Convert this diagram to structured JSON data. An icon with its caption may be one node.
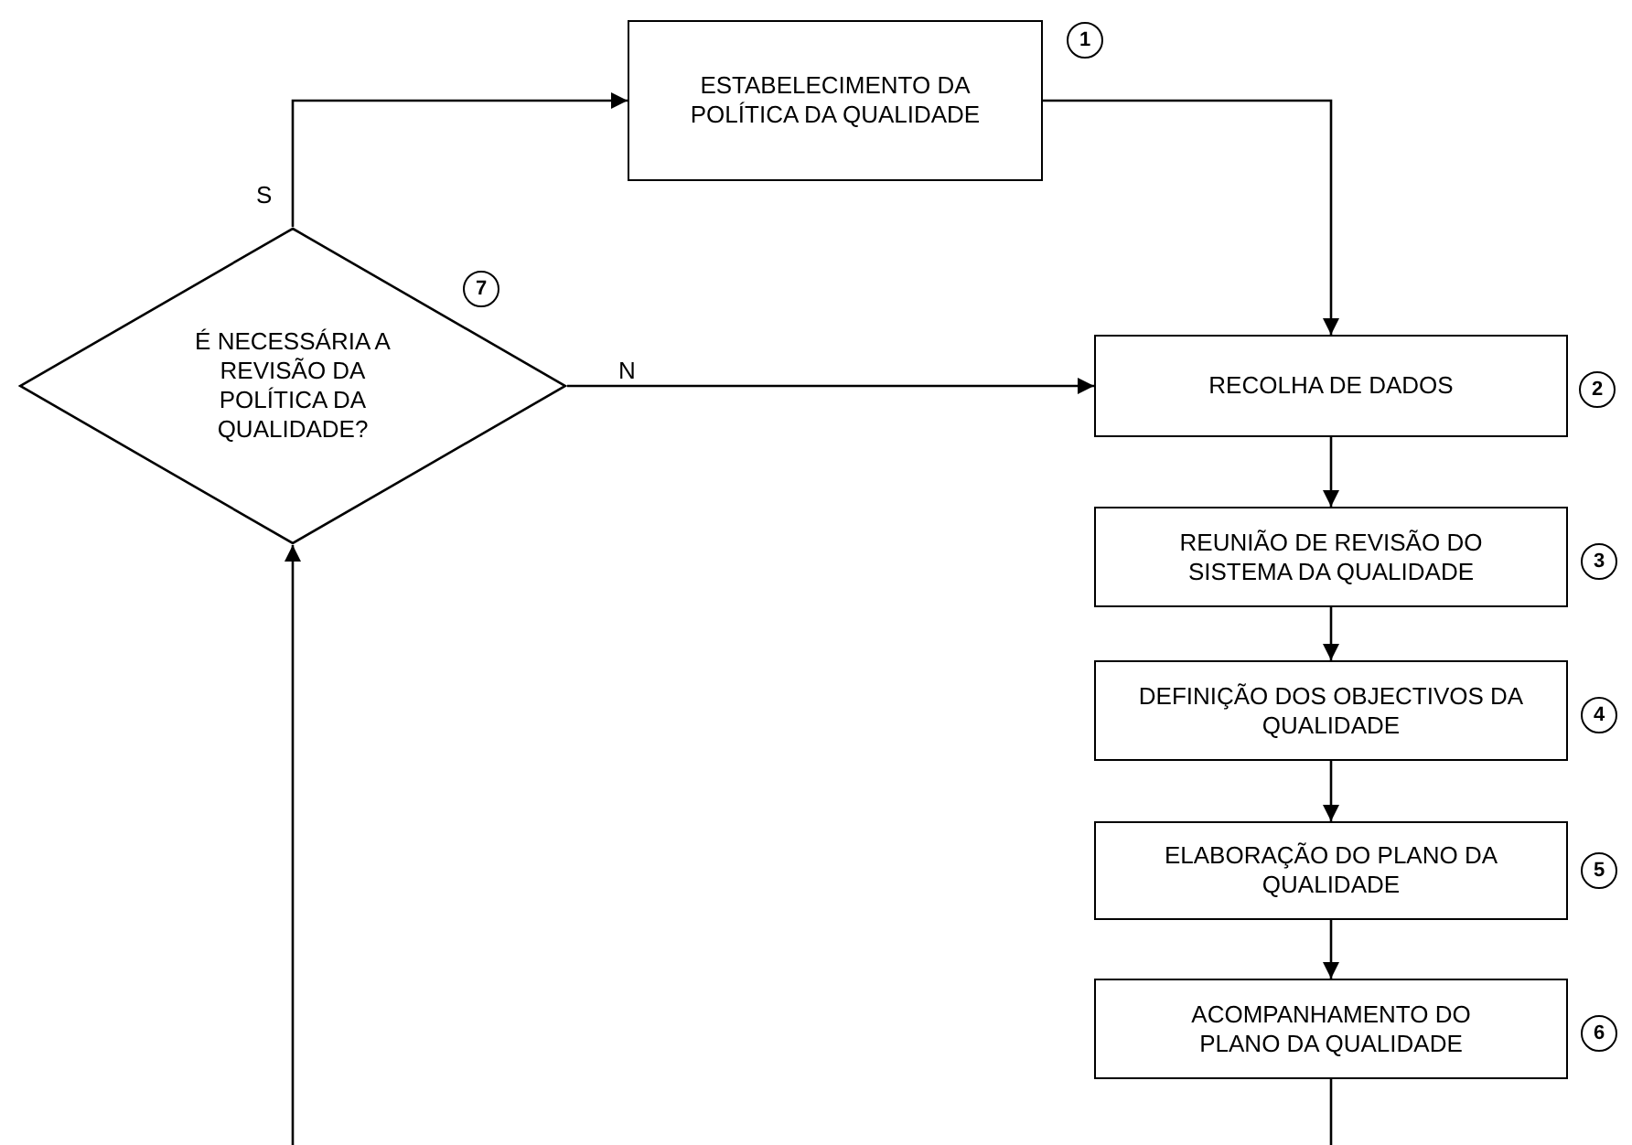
{
  "diagram": {
    "nodes": [
      {
        "text": [
          "ESTABELECIMENTO DA POLÍTICA DA QUALIDADE"
        ],
        "beside": [
          "1"
        ]
      },
      {
        "text": [
          "RECOLHA DE DADOS"
        ],
        "beside": [
          "2"
        ]
      },
      {
        "text": [
          "REUNIÃO DE REVISÃO DO SISTEMA DA QUALIDADE"
        ],
        "beside": [
          "3"
        ]
      },
      {
        "text": [
          "DEFINIÇÃO DOS OBJECTIVOS DA QUALIDADE"
        ],
        "beside": [
          "4"
        ]
      },
      {
        "text": [
          "ELABORAÇÃO DO PLANO DA QUALIDADE"
        ],
        "beside": [
          "5"
        ]
      },
      {
        "text": [
          "ACOMPANHAMENTO  DO PLANO DA QUALIDADE"
        ],
        "beside": [
          "6"
        ]
      },
      {
        "text": [
          "É NECESSÁRIA A REVISÃO DA POLÍTICA DA QUALIDADE?"
        ],
        "beside": [
          "7"
        ]
      }
    ],
    "edges": [
      {
        "from": 6,
        "to": 0,
        "arrow": "to",
        "label": "S"
      },
      {
        "from": 6,
        "to": 1,
        "arrow": "to",
        "label": "N"
      },
      {
        "from": 0,
        "to": 1,
        "arrow": "to"
      },
      {
        "from": 1,
        "to": 2,
        "arrow": "to"
      },
      {
        "from": 2,
        "to": 3,
        "arrow": "to"
      },
      {
        "from": 3,
        "to": 4,
        "arrow": "to"
      },
      {
        "from": 4,
        "to": 5,
        "arrow": "to"
      },
      {
        "from": 5,
        "to": null,
        "arrow": "none"
      },
      {
        "from": null,
        "to": 6,
        "arrow": "to"
      }
    ]
  }
}
